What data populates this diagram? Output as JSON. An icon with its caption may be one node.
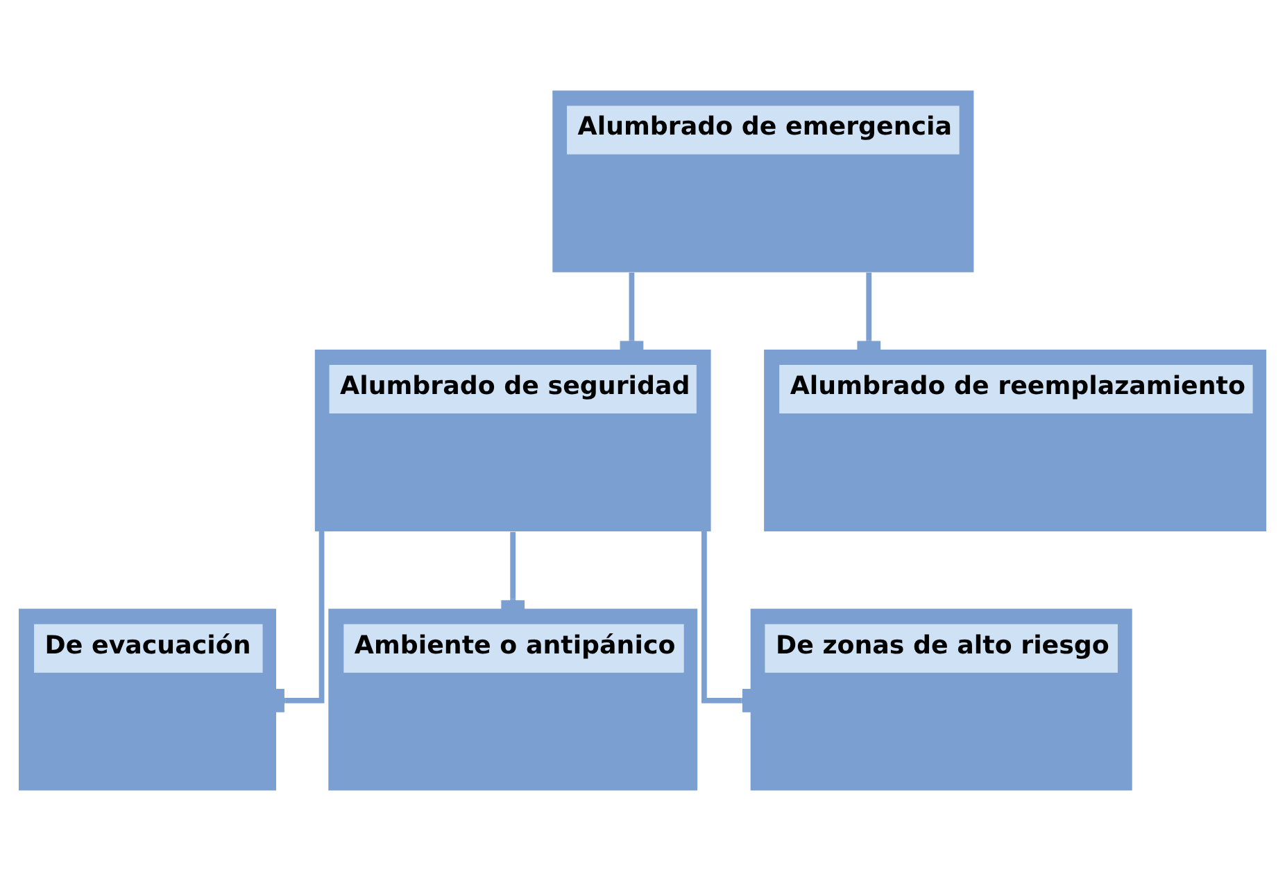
{
  "diagram": {
    "nodes": [
      {
        "text": [
          "Alumbrado de emergencia"
        ]
      },
      {
        "text": [
          "Alumbrado de seguridad"
        ]
      },
      {
        "text": [
          "Alumbrado de reemplazamiento"
        ]
      },
      {
        "text": [
          "De evacuación"
        ]
      },
      {
        "text": [
          "Ambiente o antipánico"
        ]
      },
      {
        "text": [
          "De zonas de alto riesgo"
        ]
      }
    ],
    "edges": [
      {
        "from": 0,
        "to": 1,
        "arrow": "other"
      },
      {
        "from": 0,
        "to": 2,
        "arrow": "other"
      },
      {
        "from": 1,
        "to": 3,
        "arrow": "other"
      },
      {
        "from": 1,
        "to": 4,
        "arrow": "other"
      },
      {
        "from": 1,
        "to": 5,
        "arrow": "other"
      }
    ]
  }
}
